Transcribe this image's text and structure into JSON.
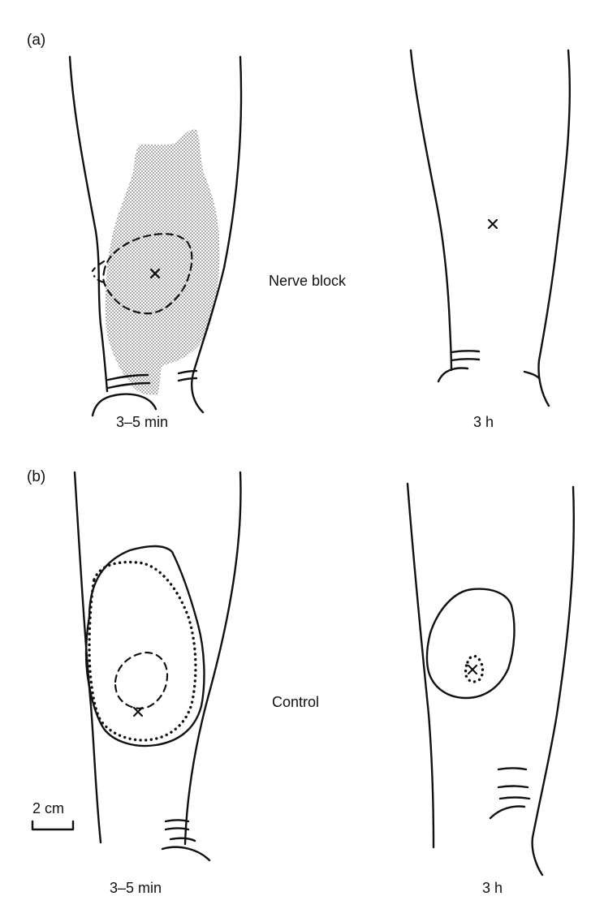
{
  "panels": {
    "a": {
      "label": "(a)",
      "condition": "Nerve block",
      "left_time": "3–5 min",
      "right_time": "3 h"
    },
    "b": {
      "label": "(b)",
      "condition": "Control",
      "left_time": "3–5 min",
      "right_time": "3 h"
    }
  },
  "scale_bar": {
    "label": "2 cm"
  },
  "colors": {
    "ink": "#111111",
    "stipple": "#9a9a9a",
    "background": "#ffffff"
  }
}
